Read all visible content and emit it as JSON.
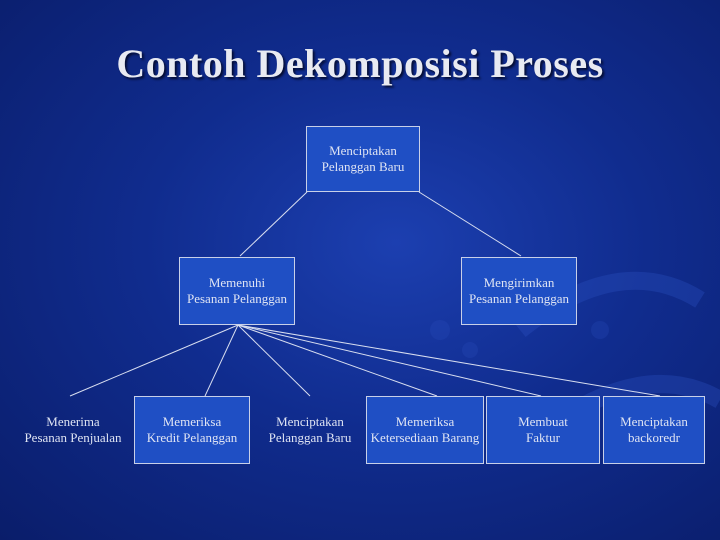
{
  "slide": {
    "title": "Contoh Dekomposisi Proses"
  },
  "diagram": {
    "root": {
      "line1": "Menciptakan",
      "line2": "Pelanggan Baru"
    },
    "level2": [
      {
        "line1": "Memenuhi",
        "line2": "Pesanan Pelanggan"
      },
      {
        "line1": "Mengirimkan",
        "line2": "Pesanan Pelanggan"
      }
    ],
    "level3": [
      {
        "line1": "Menerima",
        "line2": "Pesanan Penjualan"
      },
      {
        "line1": "Memeriksa",
        "line2": "Kredit Pelanggan"
      },
      {
        "line1": "Menciptakan",
        "line2": "Pelanggan Baru"
      },
      {
        "line1": "Memeriksa",
        "line2": "Ketersediaan Barang"
      },
      {
        "line1": "Membuat",
        "line2": "Faktur"
      },
      {
        "line1": "Menciptakan",
        "line2": "backoredr"
      }
    ]
  },
  "colors": {
    "background": "#102c8e",
    "box_fill": "#1f4fc4",
    "box_border": "#c8d0e8",
    "text": "#dfe4f3"
  }
}
